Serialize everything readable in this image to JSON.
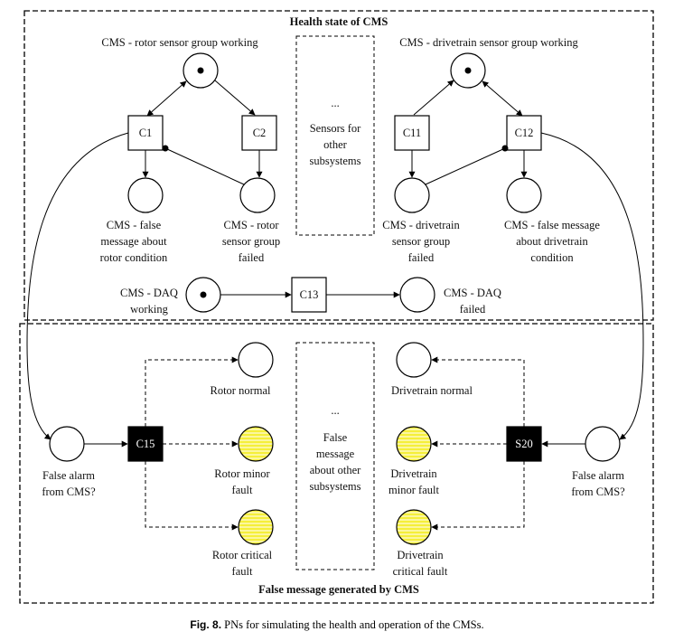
{
  "sections": {
    "health_title": "Health state of CMS",
    "false_message_title": "False message generated by CMS"
  },
  "places": {
    "rotor_working": "CMS - rotor sensor group working",
    "drivetrain_working": "CMS - drivetrain sensor group working",
    "rotor_false_msg": [
      "CMS - false",
      "message about",
      "rotor condition"
    ],
    "rotor_failed": [
      "CMS - rotor",
      "sensor group",
      "failed"
    ],
    "drivetrain_failed": [
      "CMS - drivetrain",
      "sensor group",
      "failed"
    ],
    "drivetrain_false_msg": [
      "CMS - false message",
      "about drivetrain",
      "condition"
    ],
    "daq_working": [
      "CMS - DAQ",
      "working"
    ],
    "daq_failed": [
      "CMS - DAQ",
      "failed"
    ],
    "false_alarm_left": [
      "False alarm",
      "from CMS?"
    ],
    "false_alarm_right": [
      "False alarm",
      "from CMS?"
    ],
    "rotor_normal": "Rotor normal",
    "rotor_minor": [
      "Rotor minor",
      "fault"
    ],
    "rotor_critical": [
      "Rotor critical",
      "fault"
    ],
    "drivetrain_normal": "Drivetrain normal",
    "drivetrain_minor": [
      "Drivetrain",
      "minor fault"
    ],
    "drivetrain_critical": [
      "Drivetrain",
      "critical fault"
    ]
  },
  "transitions": {
    "c1": "C1",
    "c2": "C2",
    "c11": "C11",
    "c12": "C12",
    "c13": "C13",
    "c15": "C15",
    "s20": "S20"
  },
  "placeholders": {
    "sensors_other": [
      "...",
      "Sensors for",
      "other",
      "subsystems"
    ],
    "false_other": [
      "...",
      "False",
      "message",
      "about other",
      "subsystems"
    ]
  },
  "caption": {
    "label": "Fig. 8.",
    "text": "PNs for simulating the health and operation of the CMSs."
  },
  "colors": {
    "fault_fill": "#f5ef3a",
    "stripe": "#ffffff",
    "black": "#000000"
  }
}
